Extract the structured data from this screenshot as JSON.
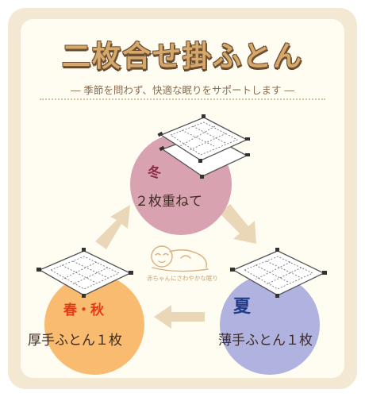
{
  "title": "二枚合せ掛ふとん",
  "subtitle": "― 季節を問わず、快適な眠りをサポートします ―",
  "center_caption": "赤ちゃんにさわやかな眠り",
  "seasons": {
    "winter": {
      "name": "冬",
      "description": "２枚重ねて"
    },
    "spring_autumn": {
      "name": "春・秋",
      "description": "厚手ふとん１枚"
    },
    "summer": {
      "name": "夏",
      "description": "薄手ふとん１枚"
    }
  },
  "colors": {
    "winter": "#d9a2b0",
    "spring_autumn": "#f8bb70",
    "summer": "#b0b2df",
    "arrow": "#ead7b7",
    "title_fill": "#d6a86a",
    "title_outline": "#6e4f33"
  },
  "icons": [
    "futon-double-icon",
    "futon-single-icon",
    "baby-sleeping-icon",
    "cycle-arrow-icon"
  ]
}
